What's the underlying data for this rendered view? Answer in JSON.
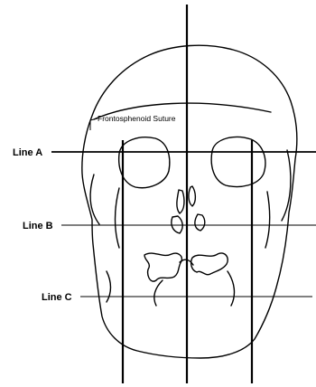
{
  "annotation": {
    "suture": "Frontosphenoid Suture"
  },
  "lines": [
    {
      "id": "a",
      "label": "Line A"
    },
    {
      "id": "b",
      "label": "Line B"
    },
    {
      "id": "c",
      "label": "Line C"
    }
  ]
}
